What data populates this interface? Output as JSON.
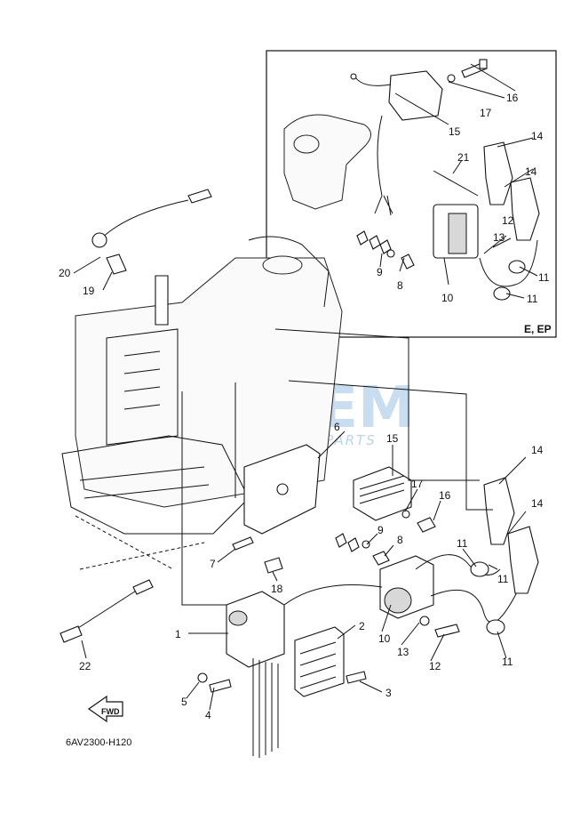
{
  "labels": [
    {
      "id": "1",
      "text": "1"
    },
    {
      "id": "2",
      "text": "2"
    },
    {
      "id": "3",
      "text": "3"
    },
    {
      "id": "4",
      "text": "4"
    },
    {
      "id": "5",
      "text": "5"
    },
    {
      "id": "6",
      "text": "6"
    },
    {
      "id": "7",
      "text": "7"
    },
    {
      "id": "8",
      "text": "8"
    },
    {
      "id": "9",
      "text": "9"
    },
    {
      "id": "10",
      "text": "10"
    },
    {
      "id": "11",
      "text": "11"
    },
    {
      "id": "12",
      "text": "12"
    },
    {
      "id": "13",
      "text": "13"
    },
    {
      "id": "14",
      "text": "14"
    },
    {
      "id": "15",
      "text": "15"
    },
    {
      "id": "16",
      "text": "16"
    },
    {
      "id": "17",
      "text": "17"
    },
    {
      "id": "18",
      "text": "18"
    },
    {
      "id": "19",
      "text": "19"
    },
    {
      "id": "20",
      "text": "20"
    },
    {
      "id": "21",
      "text": "21"
    },
    {
      "id": "22",
      "text": "22"
    }
  ],
  "inset": {
    "variant_label": "E, EP"
  },
  "direction_badge": "FWD",
  "diagram_code": "6AV2300-H120",
  "watermark": {
    "logo": "OEM",
    "sub": "MOTORPARTS",
    "color": "#9ec3e6"
  }
}
